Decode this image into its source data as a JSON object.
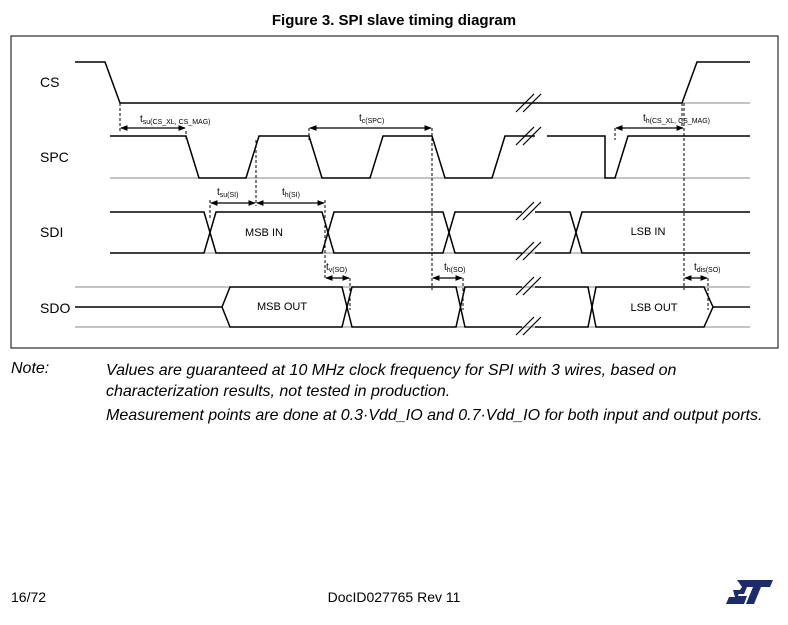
{
  "figure_title": "Figure 3. SPI slave timing diagram",
  "signals": {
    "cs": "CS",
    "spc": "SPC",
    "sdi": "SDI",
    "sdo": "SDO"
  },
  "data_labels": {
    "msb_in": "MSB IN",
    "lsb_in": "LSB IN",
    "msb_out": "MSB OUT",
    "lsb_out": "LSB OUT"
  },
  "timing": {
    "tsu_cs": {
      "main": "t",
      "sub": "su(CS_XL, CS_MAG)"
    },
    "tc_spc": {
      "main": "t",
      "sub": "c(SPC)"
    },
    "th_cs": {
      "main": "t",
      "sub": "h(CS_XL, CS_MAG)"
    },
    "tsu_si": {
      "main": "t",
      "sub": "su(SI)"
    },
    "th_si": {
      "main": "t",
      "sub": "h(SI)"
    },
    "tv_so": {
      "main": "t",
      "sub": "v(SO)"
    },
    "th_so": {
      "main": "t",
      "sub": "h(SO)"
    },
    "tdis_so": {
      "main": "t",
      "sub": "dis(SO)"
    }
  },
  "note": {
    "label": "Note:",
    "para1": "Values are guaranteed at 10 MHz clock frequency for SPI with 3 wires, based on characterization results, not tested in production.",
    "para2": "Measurement points are done at 0.3·Vdd_IO and 0.7·Vdd_IO for both input and output ports."
  },
  "footer": {
    "page": "16/72",
    "doc_id": "DocID027765 Rev 11",
    "logo": "ST logo"
  }
}
